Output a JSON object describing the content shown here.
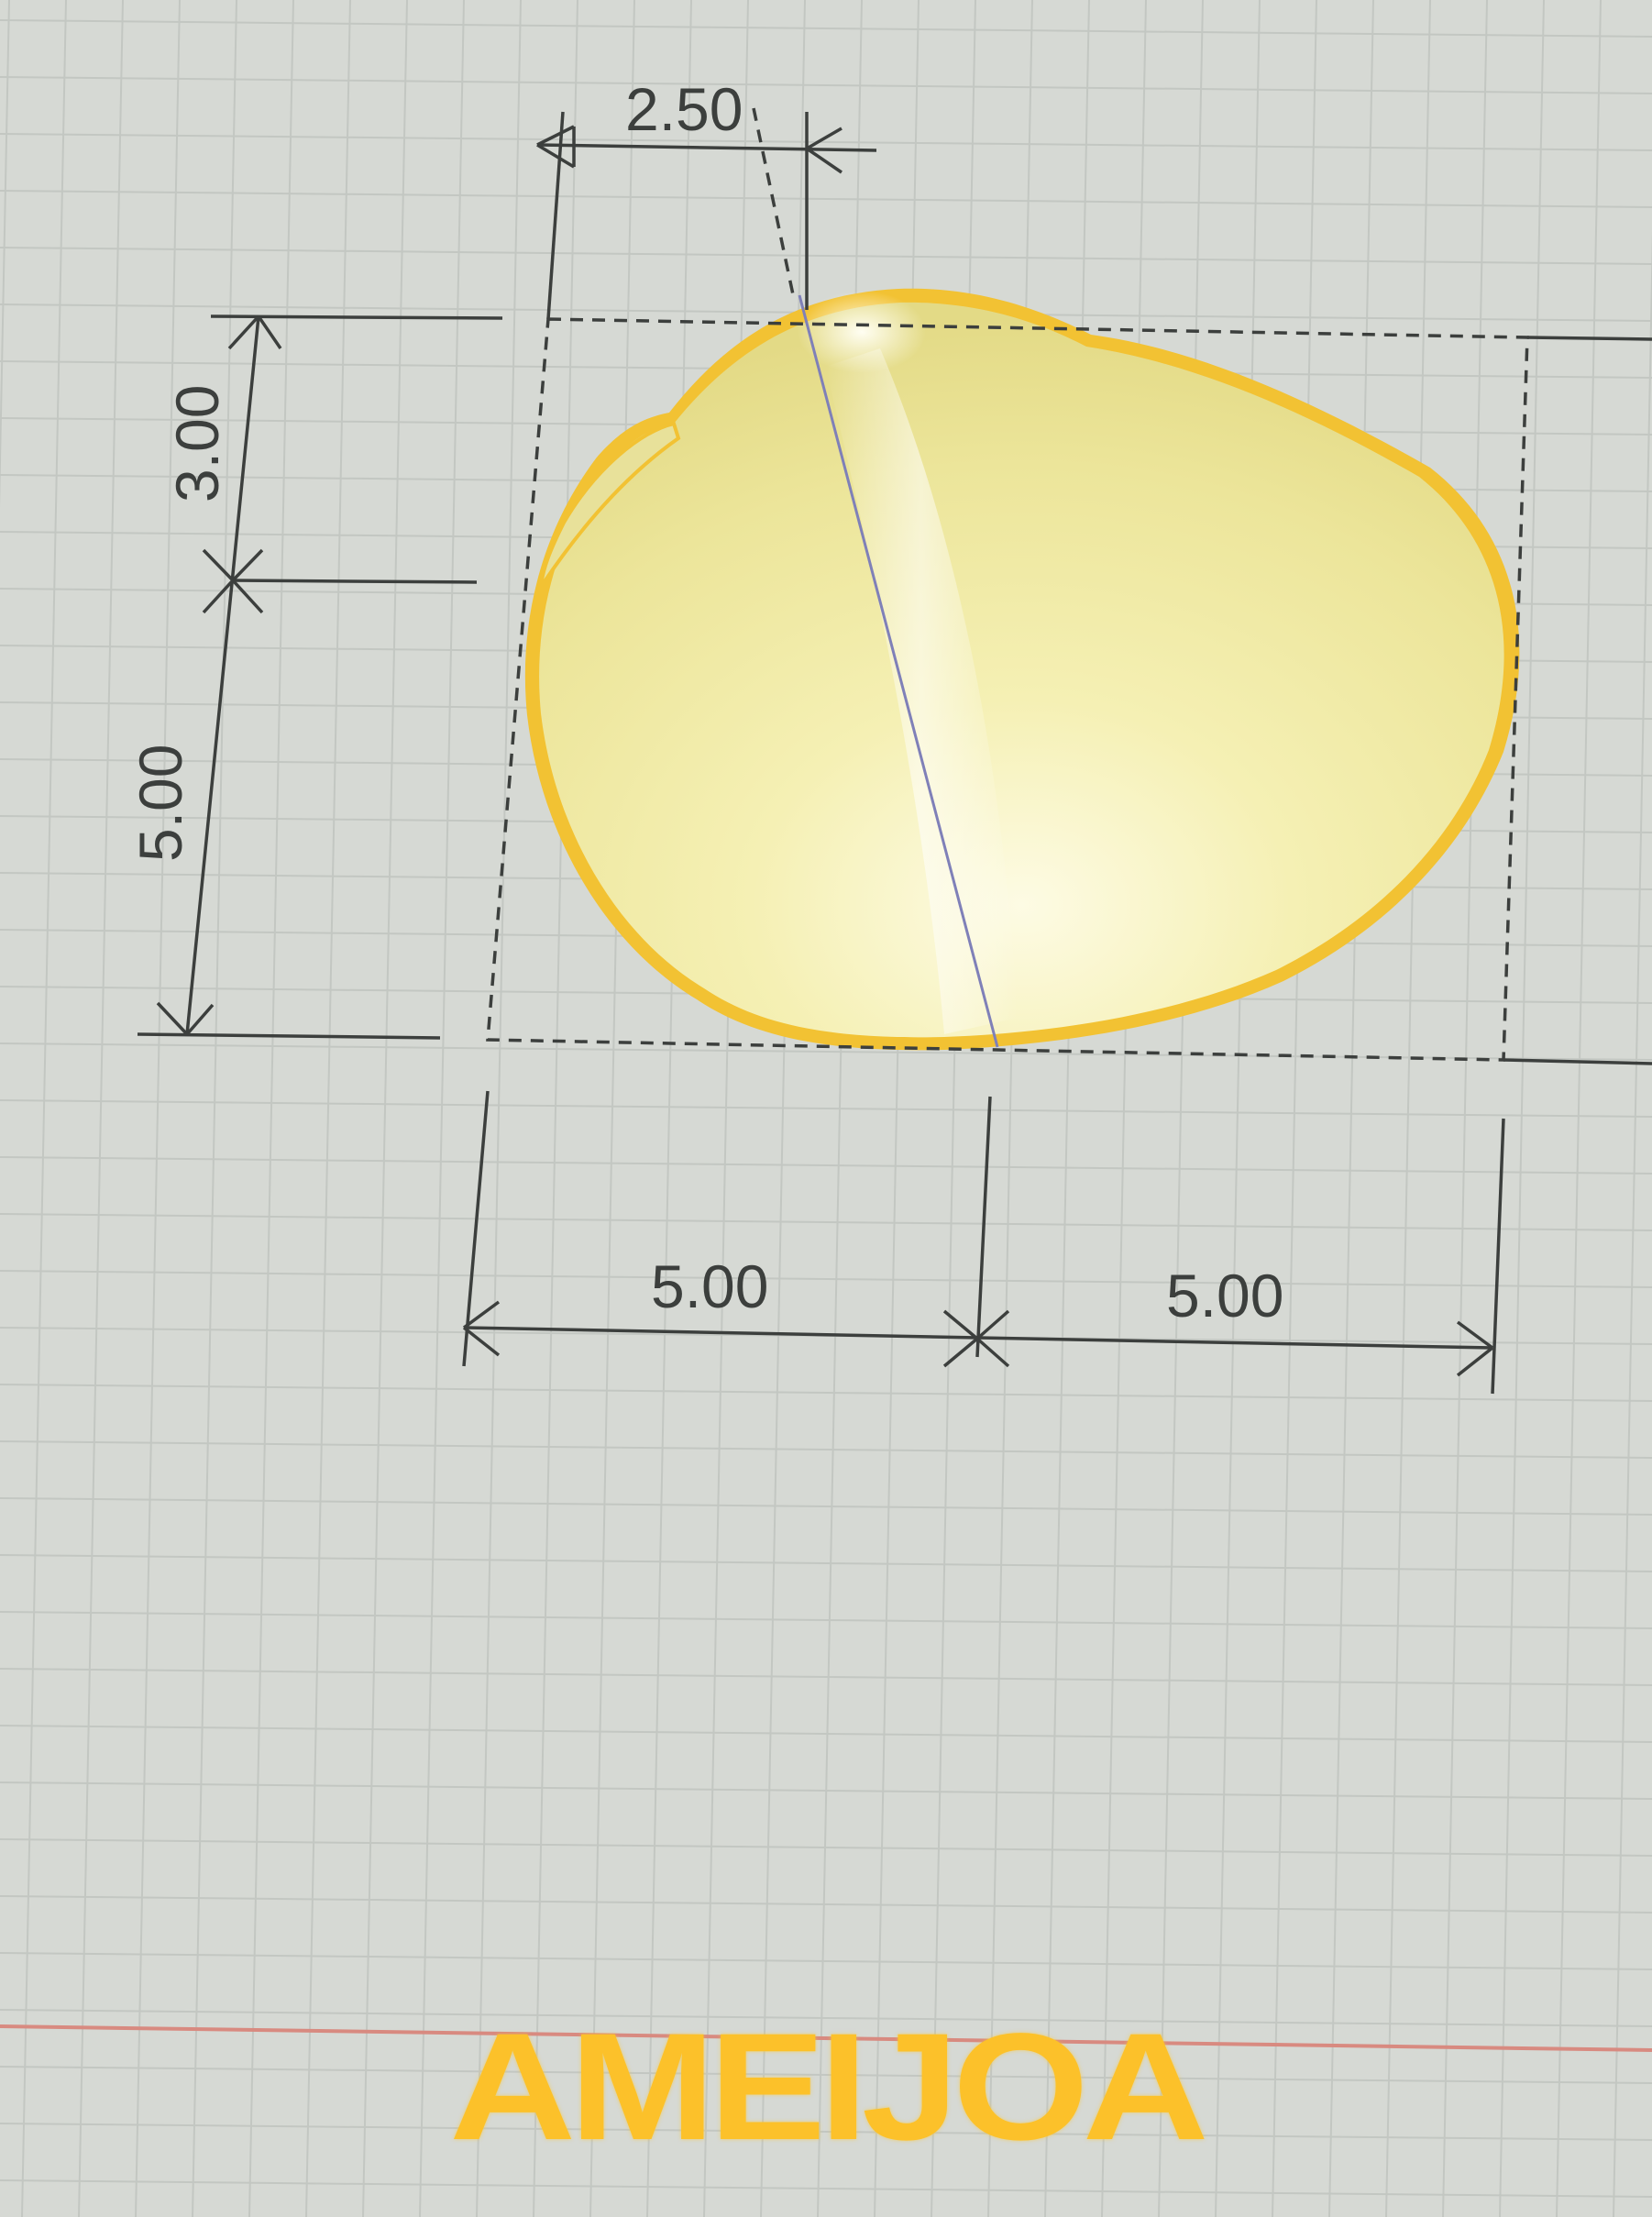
{
  "viewport": {
    "background_color": "#d6d9d4",
    "grid_color": "#c3c7c2",
    "axis_line_color": "#d88a80"
  },
  "model": {
    "name": "AMEIJOA",
    "fill_color": "#f3eeaa",
    "highlight_color": "#fbf9e0",
    "edge_color": "#f2c233",
    "seam_color": "#7f80b8"
  },
  "dimensions": {
    "top_offset": "2.50",
    "left_upper": "3.00",
    "left_lower": "5.00",
    "bottom_left": "5.00",
    "bottom_right": "5.00"
  }
}
